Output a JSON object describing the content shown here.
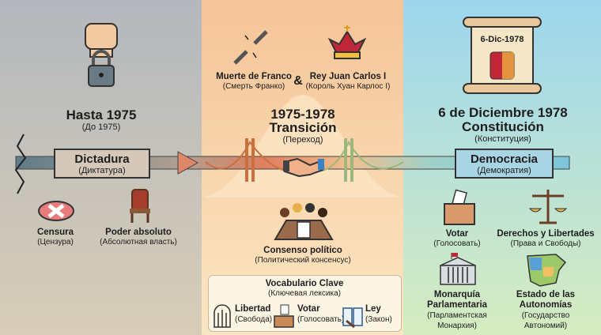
{
  "left": {
    "title": "Hasta 1975",
    "subtitle": "(До 1975)",
    "banner": {
      "label": "Dictadura",
      "sub": "(Диктатура)"
    },
    "items": [
      {
        "label": "Censura",
        "sub": "(Цензура)",
        "icon": "censored-lips-icon"
      },
      {
        "label": "Poder absoluto",
        "sub": "(Абсолютная власть)",
        "icon": "throne-icon"
      }
    ]
  },
  "middle": {
    "events": [
      {
        "label": "Muerte de Franco",
        "sub": "(Смерть Франко)",
        "icon": "broken-chain-icon"
      },
      {
        "label": "Rey Juan Carlos I",
        "sub": "(Король Хуан Карлос I)",
        "icon": "crown-icon"
      }
    ],
    "ampersand": "&",
    "years": "1975-1978",
    "title": "Transición",
    "subtitle": "(Переход)",
    "consensus": {
      "label": "Consenso político",
      "sub": "(Политический консенсус)"
    },
    "vocab": {
      "title": "Vocabulario Clave",
      "sub": "(Ключевая лексика)",
      "items": [
        {
          "label": "Libertad",
          "sub": "(Свобода)"
        },
        {
          "label": "Votar",
          "sub": "(Голосовать)"
        },
        {
          "label": "Ley",
          "sub": "(Закон)"
        }
      ]
    }
  },
  "right": {
    "scroll_date": "6-Dic-1978",
    "date": "6 de Diciembre 1978",
    "title": "Constitución",
    "subtitle": "(Конституция)",
    "banner": {
      "label": "Democracia",
      "sub": "(Демократия)"
    },
    "items": [
      {
        "label": "Votar",
        "sub": "(Голосовать)"
      },
      {
        "label": "Derechos y Libertades",
        "sub": "(Права и Свободы)"
      },
      {
        "label": "Monarquía",
        "label2": "Parlamentaria",
        "sub": "(Парламентская",
        "sub2": "Монархия)"
      },
      {
        "label": "Estado de las",
        "label2": "Autonomías",
        "sub": "(Государство",
        "sub2": "Автономий)"
      }
    ]
  },
  "colors": {
    "dictadura": "#d2c4b4",
    "democracia": "#9ccfe0",
    "arrow": "#e0876a"
  }
}
